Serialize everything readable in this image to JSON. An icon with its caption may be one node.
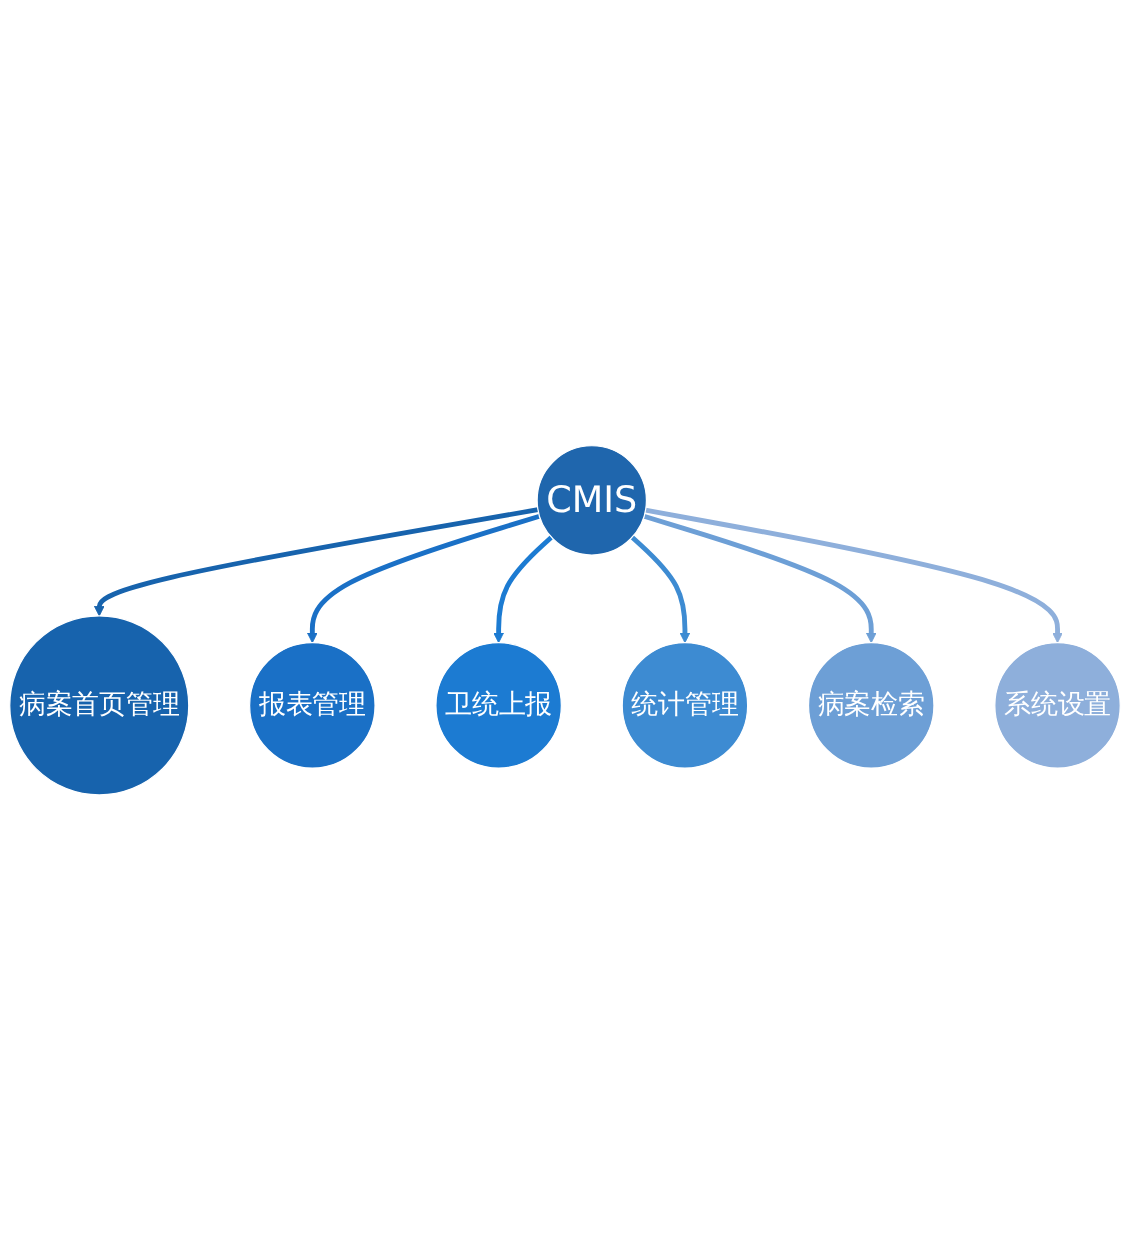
{
  "diagram": {
    "nodes": [
      {
        "text": [
          "CMIS"
        ]
      },
      {
        "text": [
          "病案首页管理"
        ]
      },
      {
        "text": [
          "报表管理"
        ]
      },
      {
        "text": [
          "卫统上报"
        ]
      },
      {
        "text": [
          "统计管理"
        ]
      },
      {
        "text": [
          "病案检索"
        ]
      },
      {
        "text": [
          "系统设置"
        ]
      }
    ],
    "edges": [
      {
        "from": 0,
        "to": 1,
        "arrow": "to",
        "color": "#1763ad"
      },
      {
        "from": 0,
        "to": 2,
        "arrow": "to",
        "color": "#1a70c6"
      },
      {
        "from": 0,
        "to": 3,
        "arrow": "to",
        "color": "#1c7bd2"
      },
      {
        "from": 0,
        "to": 4,
        "arrow": "to",
        "color": "#3d8bd2"
      },
      {
        "from": 0,
        "to": 5,
        "arrow": "to",
        "color": "#6d9fd6"
      },
      {
        "from": 0,
        "to": 6,
        "arrow": "to",
        "color": "#8eafdb"
      }
    ]
  }
}
